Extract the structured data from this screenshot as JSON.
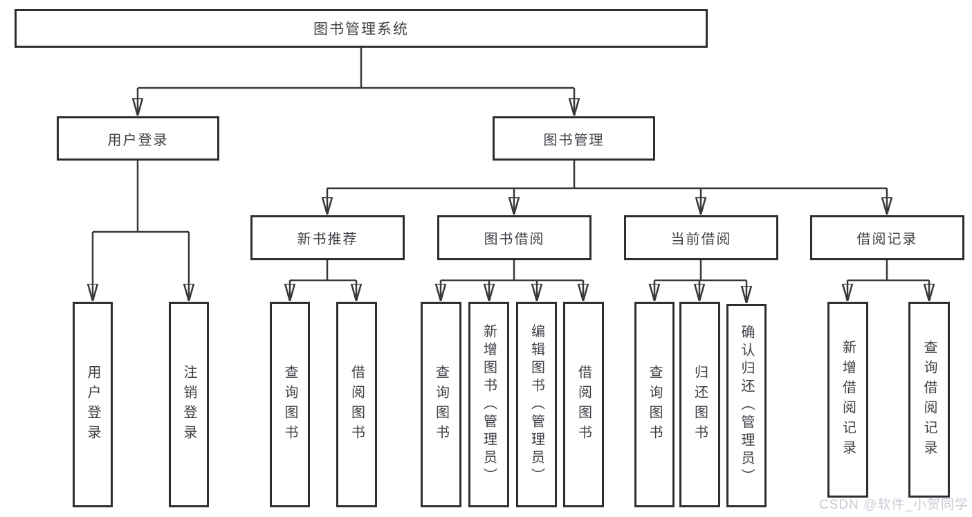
{
  "diagram": {
    "root": {
      "label": "图书管理系统"
    },
    "level2": [
      {
        "id": "user-login",
        "label": "用户登录",
        "parent": "图书管理系统"
      },
      {
        "id": "book-management",
        "label": "图书管理",
        "parent": "图书管理系统"
      }
    ],
    "level3": [
      {
        "id": "new-book-recommendation",
        "label": "新书推荐",
        "parent": "图书管理"
      },
      {
        "id": "book-borrowing",
        "label": "图书借阅",
        "parent": "图书管理"
      },
      {
        "id": "current-borrowing",
        "label": "当前借阅",
        "parent": "图书管理"
      },
      {
        "id": "borrowing-records",
        "label": "借阅记录",
        "parent": "图书管理"
      }
    ],
    "leaves": [
      {
        "id": "user-login-leaf",
        "label": "用户登录",
        "parent": "用户登录"
      },
      {
        "id": "logout",
        "label": "注销登录",
        "parent": "用户登录"
      },
      {
        "id": "query-books-recommend",
        "label": "查询图书",
        "parent": "新书推荐"
      },
      {
        "id": "borrow-books-recommend",
        "label": "借阅图书",
        "parent": "新书推荐"
      },
      {
        "id": "query-books-borrowing",
        "label": "查询图书",
        "parent": "图书借阅"
      },
      {
        "id": "add-books-admin",
        "label": "新增图书（管理员）",
        "parent": "图书借阅"
      },
      {
        "id": "edit-books-admin",
        "label": "编辑图书（管理员）",
        "parent": "图书借阅"
      },
      {
        "id": "borrow-books-borrowing",
        "label": "借阅图书",
        "parent": "图书借阅"
      },
      {
        "id": "query-books-current",
        "label": "查询图书",
        "parent": "当前借阅"
      },
      {
        "id": "return-books",
        "label": "归还图书",
        "parent": "当前借阅"
      },
      {
        "id": "confirm-return-admin",
        "label": "确认归还（管理员）",
        "parent": "当前借阅"
      },
      {
        "id": "add-borrowing-record",
        "label": "新增借阅记录",
        "parent": "借阅记录"
      },
      {
        "id": "query-borrowing-record",
        "label": "查询借阅记录",
        "parent": "借阅记录"
      }
    ],
    "watermark": "CSDN @软件_小贺同学",
    "colors": {
      "line": "#383838",
      "box_border": "#2e2e2e",
      "text": "#3d4045",
      "watermark": "#c6cbd4",
      "background": "#ffffff"
    }
  }
}
